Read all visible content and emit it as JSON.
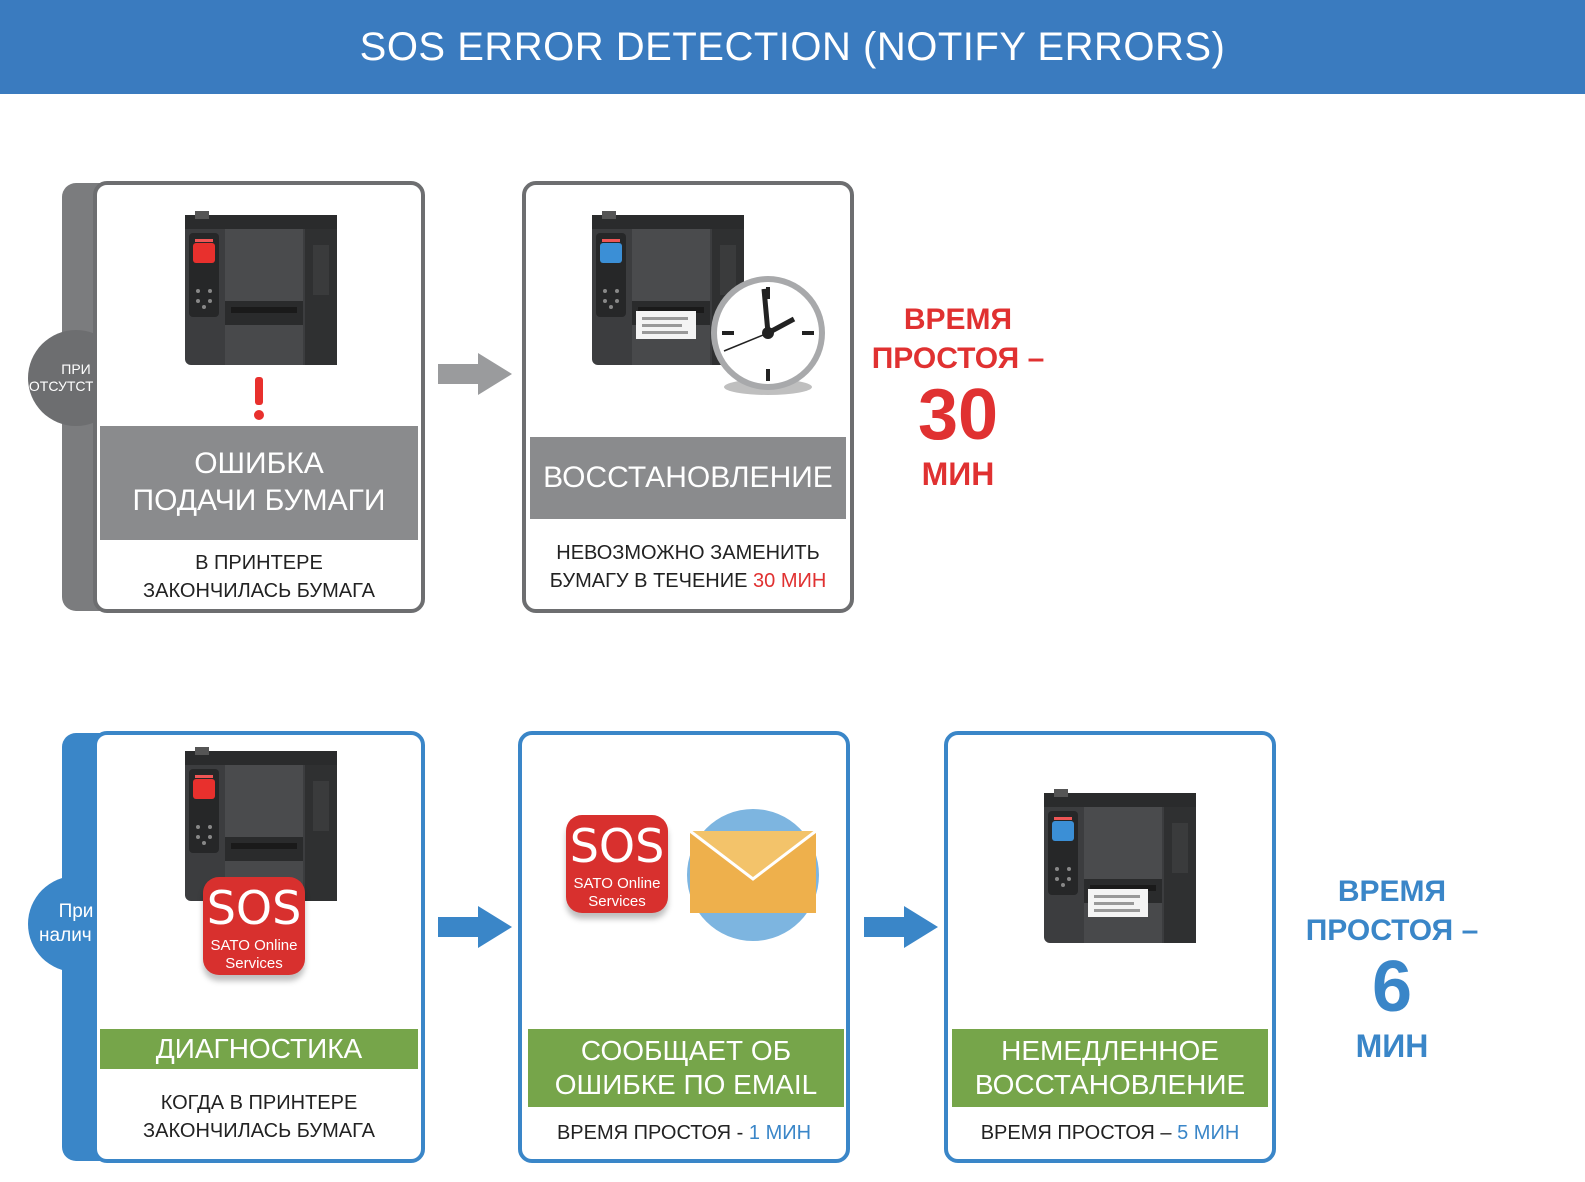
{
  "header": {
    "title": "SOS ERROR DETECTION (NOTIFY ERRORS)"
  },
  "colors": {
    "accent_blue": "#3a7bbf",
    "alert_red": "#e03131",
    "gray": "#6d6e70",
    "green": "#76a54a"
  },
  "row_without": {
    "badge": [
      "ПРИ",
      "ОТСУТСТВИИ"
    ],
    "step1": {
      "title_lines": [
        "ОШИБКА",
        "ПОДАЧИ БУМАГИ"
      ],
      "caption_lines": [
        "В ПРИНТЕРЕ",
        "ЗАКОНЧИЛАСЬ БУМАГА"
      ],
      "icon": "printer-error-icon"
    },
    "step2": {
      "title": "ВОССТАНОВЛЕНИЕ",
      "caption_line1": "НЕВОЗМОЖНО ЗАМЕНИТЬ",
      "caption_line2_prefix": "БУМАГУ В ТЕЧЕНИЕ ",
      "caption_line2_highlight": "30 МИН",
      "icon": "clock-icon"
    },
    "downtime": {
      "line1": "ВРЕМЯ",
      "line2": "ПРОСТОЯ –",
      "value": "30",
      "unit": "МИН"
    }
  },
  "row_with": {
    "badge": [
      "При",
      "наличии"
    ],
    "step1": {
      "title": "ДИАГНОСТИКА",
      "caption_lines": [
        "КОГДА В ПРИНТЕРЕ",
        "ЗАКОНЧИЛАСЬ БУМАГА"
      ],
      "sos": {
        "big": "SOS",
        "line1": "SATO Online",
        "line2": "Services"
      }
    },
    "step2": {
      "title_lines": [
        "СООБЩАЕТ ОБ",
        "ОШИБКЕ ПО EMAIL"
      ],
      "caption_prefix": "ВРЕМЯ ПРОСТОЯ - ",
      "caption_highlight": "1 МИН",
      "sos": {
        "big": "SOS",
        "line1": "SATO Online",
        "line2": "Services"
      },
      "icon": "envelope-icon"
    },
    "step3": {
      "title_lines": [
        "НЕМЕДЛЕННОЕ",
        "ВОССТАНОВЛЕНИЕ"
      ],
      "caption_prefix": "ВРЕМЯ ПРОСТОЯ – ",
      "caption_highlight": "5 МИН"
    },
    "downtime": {
      "line1": "ВРЕМЯ",
      "line2": "ПРОСТОЯ –",
      "value": "6",
      "unit": "МИН"
    }
  }
}
